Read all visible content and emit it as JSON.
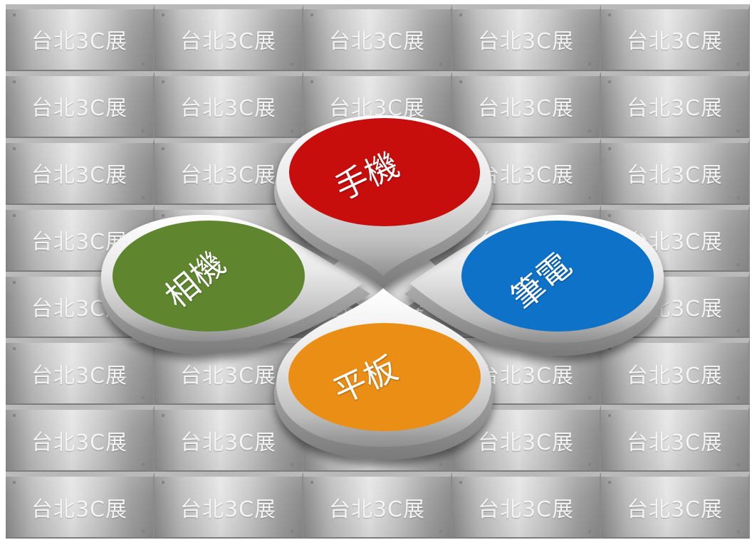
{
  "background_tiles": {
    "label": "台北3C展",
    "rows": 8,
    "columns": 5
  },
  "petals": [
    {
      "id": "phone",
      "label": "手機",
      "color": "#c8080c"
    },
    {
      "id": "laptop",
      "label": "筆電",
      "color": "#0a72c8"
    },
    {
      "id": "tablet",
      "label": "平板",
      "color": "#ea8e14"
    },
    {
      "id": "camera",
      "label": "相機",
      "color": "#5f862d"
    }
  ]
}
